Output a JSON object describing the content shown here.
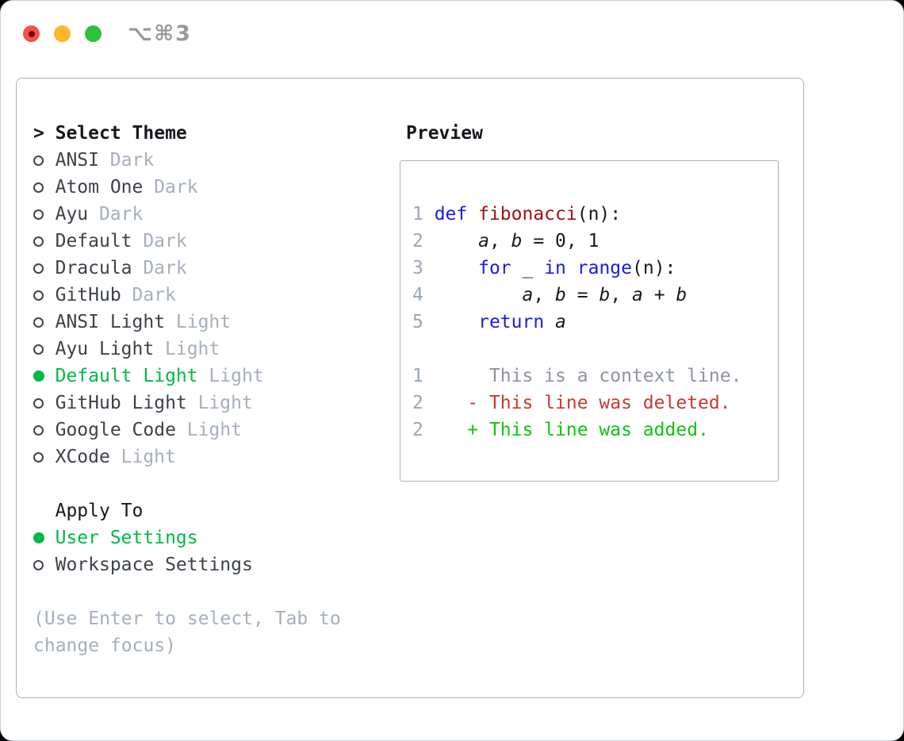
{
  "window": {
    "title": "⌥⌘3",
    "traffic_lights": [
      {
        "name": "close",
        "color": "#f75148",
        "has_dot": true,
        "dot_color": "#6e0a06"
      },
      {
        "name": "minimize",
        "color": "#fcb827",
        "has_dot": false
      },
      {
        "name": "zoom",
        "color": "#2bc33e",
        "has_dot": false
      }
    ]
  },
  "theme_picker": {
    "heading_marker": ">",
    "heading": "Select Theme",
    "items": [
      {
        "name": "ANSI",
        "variant": "Dark",
        "selected": false
      },
      {
        "name": "Atom One",
        "variant": "Dark",
        "selected": false
      },
      {
        "name": "Ayu",
        "variant": "Dark",
        "selected": false
      },
      {
        "name": "Default",
        "variant": "Dark",
        "selected": false
      },
      {
        "name": "Dracula",
        "variant": "Dark",
        "selected": false
      },
      {
        "name": "GitHub",
        "variant": "Dark",
        "selected": false
      },
      {
        "name": "ANSI Light",
        "variant": "Light",
        "selected": false
      },
      {
        "name": "Ayu Light",
        "variant": "Light",
        "selected": false
      },
      {
        "name": "Default Light",
        "variant": "Light",
        "selected": true
      },
      {
        "name": "GitHub Light",
        "variant": "Light",
        "selected": false
      },
      {
        "name": "Google Code",
        "variant": "Light",
        "selected": false
      },
      {
        "name": "XCode",
        "variant": "Light",
        "selected": false
      }
    ],
    "apply_heading": "Apply To",
    "apply_options": [
      {
        "label": "User Settings",
        "selected": true
      },
      {
        "label": "Workspace Settings",
        "selected": false
      }
    ],
    "help_lines": [
      "(Use Enter to select, Tab to",
      "change focus)"
    ]
  },
  "preview": {
    "heading": "Preview",
    "lines": [
      [
        {
          "c": "ln",
          "t": "1 "
        },
        {
          "c": "kw",
          "t": "def "
        },
        {
          "c": "fn",
          "t": "fibonacci"
        },
        {
          "c": "pl",
          "t": "(n):"
        }
      ],
      [
        {
          "c": "ln",
          "t": "2 "
        },
        {
          "c": "pl",
          "t": "    "
        },
        {
          "c": "var",
          "t": "a"
        },
        {
          "c": "pl",
          "t": ", "
        },
        {
          "c": "var",
          "t": "b"
        },
        {
          "c": "pl",
          "t": " = 0, 1"
        }
      ],
      [
        {
          "c": "ln",
          "t": "3 "
        },
        {
          "c": "pl",
          "t": "    "
        },
        {
          "c": "kw",
          "t": "for"
        },
        {
          "c": "pl",
          "t": " _ "
        },
        {
          "c": "kw",
          "t": "in"
        },
        {
          "c": "pl",
          "t": " "
        },
        {
          "c": "kw",
          "t": "range"
        },
        {
          "c": "pl",
          "t": "(n):"
        }
      ],
      [
        {
          "c": "ln",
          "t": "4 "
        },
        {
          "c": "pl",
          "t": "        "
        },
        {
          "c": "var",
          "t": "a"
        },
        {
          "c": "pl",
          "t": ", "
        },
        {
          "c": "var",
          "t": "b"
        },
        {
          "c": "pl",
          "t": " = "
        },
        {
          "c": "var",
          "t": "b"
        },
        {
          "c": "pl",
          "t": ", "
        },
        {
          "c": "var",
          "t": "a"
        },
        {
          "c": "pl",
          "t": " + "
        },
        {
          "c": "var",
          "t": "b"
        }
      ],
      [
        {
          "c": "ln",
          "t": "5 "
        },
        {
          "c": "pl",
          "t": "    "
        },
        {
          "c": "kw",
          "t": "return"
        },
        {
          "c": "pl",
          "t": " "
        },
        {
          "c": "var",
          "t": "a"
        }
      ],
      [],
      [
        {
          "c": "ln",
          "t": "1"
        },
        {
          "c": "ctx",
          "t": "      This is a context line."
        }
      ],
      [
        {
          "c": "ln",
          "t": "2"
        },
        {
          "c": "del",
          "t": "    - This line was deleted."
        }
      ],
      [
        {
          "c": "ln",
          "t": "2"
        },
        {
          "c": "add",
          "t": "    + This line was added."
        }
      ]
    ]
  },
  "colors": {
    "heading": "#16181d",
    "item": "#3c424b",
    "muted": "#a6afbd",
    "selected_green": "#00b944",
    "border": "#a8b1bc",
    "keyword": "#1a1ae8",
    "function": "#a21111",
    "plain": "#17191c",
    "line_number": "#9aa6b6",
    "context": "#8e959e",
    "deleted": "#c93a2e",
    "added": "#0fc40f"
  }
}
